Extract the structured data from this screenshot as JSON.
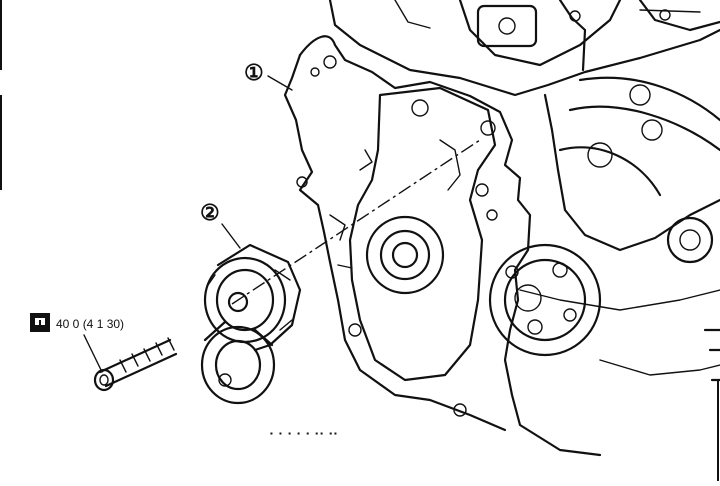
{
  "callouts": [
    {
      "id": "1",
      "glyph": "①"
    },
    {
      "id": "2",
      "glyph": "②"
    }
  ],
  "torque": {
    "icon": "torque-wrench-icon",
    "spec": "40 0 (4 1  30)"
  },
  "figure_code": "▪ ▪ ▪  ▪ ▪ ▪▪ ▪▪"
}
